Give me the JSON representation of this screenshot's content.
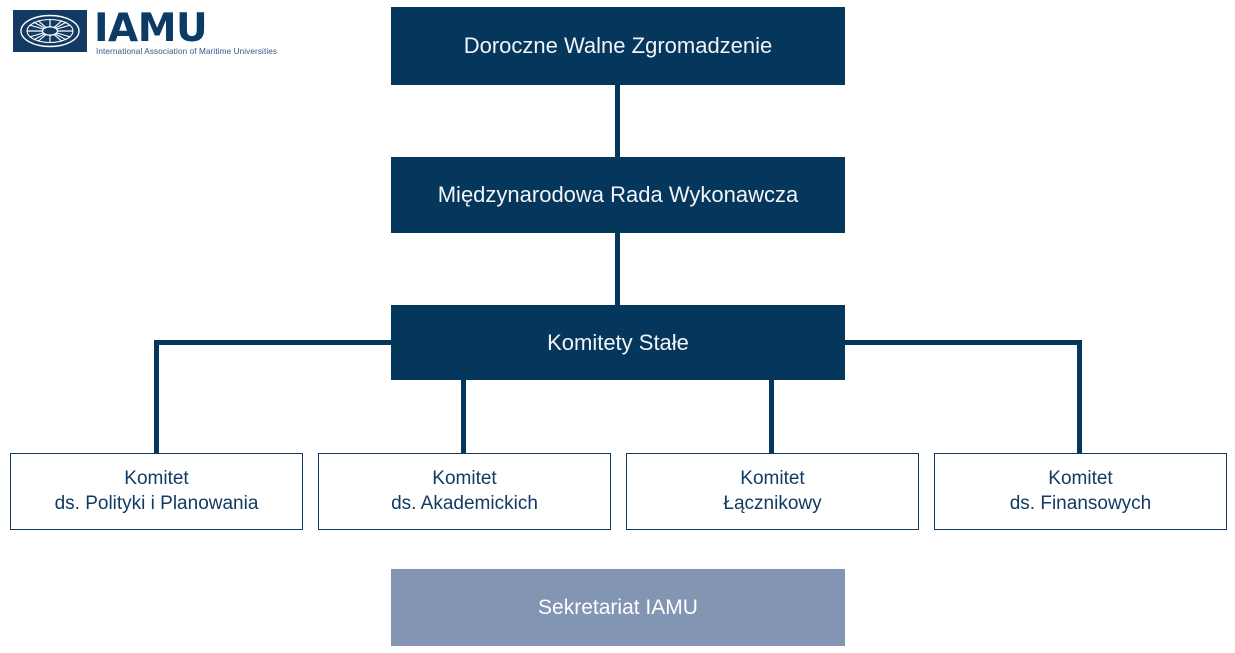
{
  "logo": {
    "mark_icon": "compass-rose-icon",
    "wordmark": "IAMU",
    "tagline": "International Association of Maritime Universities"
  },
  "colors": {
    "navy": "#05375c",
    "navy_border": "#123a63",
    "slate": "#8295b2",
    "text_light": "#f2f4f7",
    "background": "#ffffff"
  },
  "chart": {
    "type": "org-chart",
    "nodes": {
      "assembly": {
        "label": "Doroczne Walne Zgromadzenie",
        "style": "filled"
      },
      "board": {
        "label": "Międzynarodowa Rada Wykonawcza",
        "style": "filled"
      },
      "committees_root": {
        "label": "Komitety Stałe",
        "style": "filled"
      },
      "secretariat": {
        "label": "Sekretariat IAMU",
        "style": "secretariat"
      }
    },
    "committees": [
      {
        "line1": "Komitet",
        "line2": "ds. Polityki i Planowania"
      },
      {
        "line1": "Komitet",
        "line2": "ds. Akademickich"
      },
      {
        "line1": "Komitet",
        "line2": "Łącznikowy"
      },
      {
        "line1": "Komitet",
        "line2": "ds. Finansowych"
      }
    ]
  }
}
